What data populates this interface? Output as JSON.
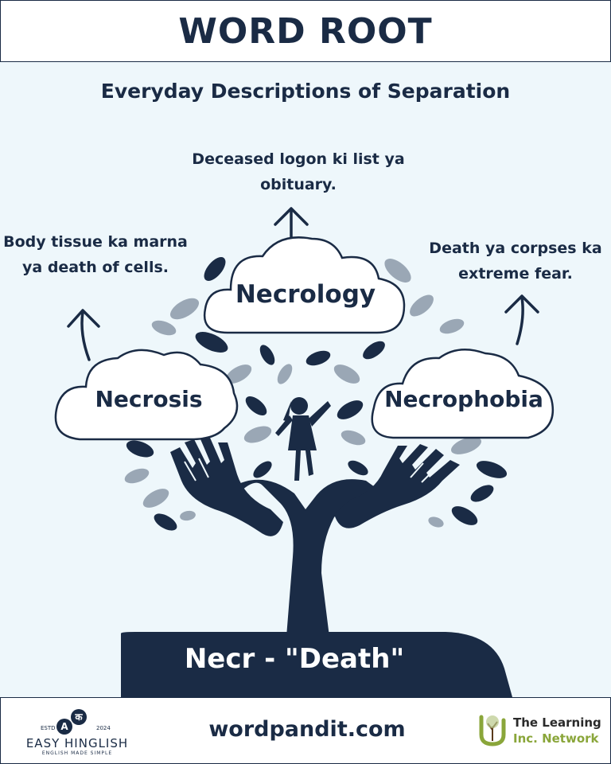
{
  "header": {
    "title": "WORD ROOT"
  },
  "subtitle": "Everyday Descriptions of Separation",
  "descriptions": {
    "necrology": "Deceased logon ki list ya obituary.",
    "necrosis": "Body tissue ka marna ya death of cells.",
    "necrophobia": "Death ya corpses ka extreme fear."
  },
  "clouds": {
    "necrology": "Necrology",
    "necrosis": "Necrosis",
    "necrophobia": "Necrophobia"
  },
  "root": {
    "label": "Necr - \"Death\""
  },
  "footer": {
    "website": "wordpandit.com",
    "easy_hinglish": {
      "est": "ESTD",
      "year": "2024",
      "badge_a": "A",
      "badge_k": "क",
      "name": "EASY HINGLISH",
      "tagline": "ENGLISH MADE SIMPLE"
    },
    "learning_network": {
      "line1": "The Learning",
      "line2": "Inc. Network"
    }
  },
  "colors": {
    "navy": "#1a2b45",
    "background": "#eef7fb",
    "leaf_gray": "#9aa7b5",
    "accent_green": "#8aa63a"
  }
}
